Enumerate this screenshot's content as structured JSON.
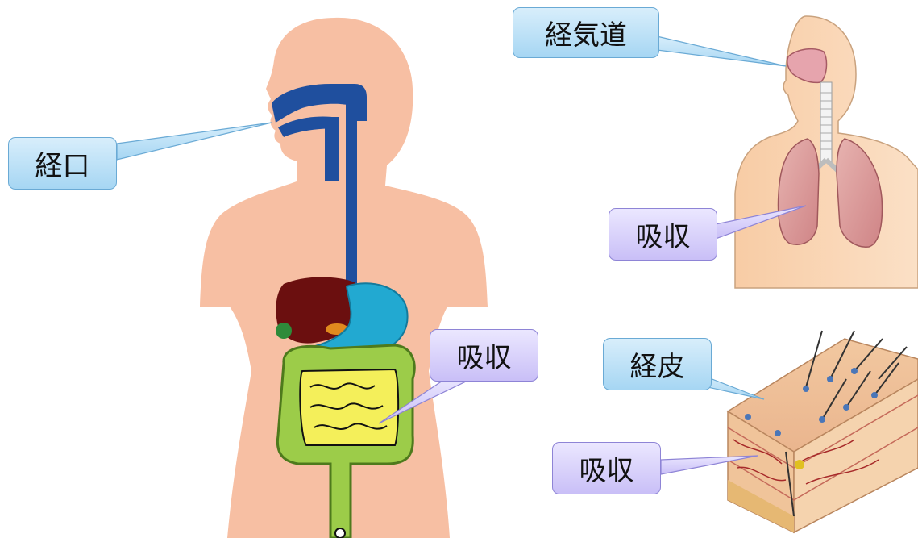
{
  "labels": {
    "oral": "経口",
    "inhalation": "経気道",
    "dermal": "経皮",
    "absorption_gut": "吸収",
    "absorption_lung": "吸収",
    "absorption_skin": "吸収"
  },
  "colors": {
    "skin": "#f7bfa3",
    "esophagus": "#1f4f9e",
    "liver": "#6b0f0f",
    "stomach": "#22a9d1",
    "large_intestine": "#9ccc49",
    "small_intestine": "#f4ef5a",
    "blue_callout": "#a6d6f3",
    "purple_callout": "#c9bff7"
  }
}
